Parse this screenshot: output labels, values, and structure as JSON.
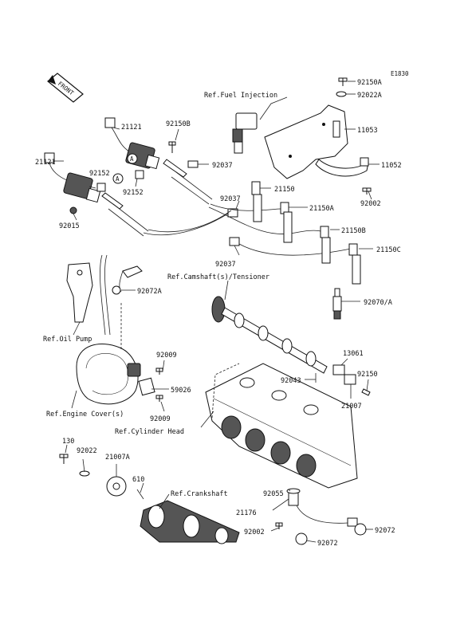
{
  "diagram_id": "E1830",
  "front_marker": "FRONT",
  "circle_markers": [
    "A",
    "A",
    "A"
  ],
  "references": {
    "fuel_injection": "Ref.Fuel Injection",
    "camshaft": "Ref.Camshaft(s)/Tensioner",
    "oil_pump": "Ref.Oil Pump",
    "engine_cover": "Ref.Engine Cover(s)",
    "cylinder_head": "Ref.Cylinder Head",
    "crankshaft": "Ref.Crankshaft"
  },
  "parts": {
    "p_92150A": "92150A",
    "p_92022A": "92022A",
    "p_11053": "11053",
    "p_11052": "11052",
    "p_92002_top": "92002",
    "p_21121_a": "21121",
    "p_21121_b": "21121",
    "p_92150B": "92150B",
    "p_92037_a": "92037",
    "p_92152_a": "92152",
    "p_92152_b": "92152",
    "p_92015": "92015",
    "p_21150": "21150",
    "p_92037_b": "92037",
    "p_21150A": "21150A",
    "p_21150B": "21150B",
    "p_21150C": "21150C",
    "p_92037_c": "92037",
    "p_92072A": "92072A",
    "p_92070A": "92070/A",
    "p_92009_a": "92009",
    "p_59026": "59026",
    "p_92009_b": "92009",
    "p_13061": "13061",
    "p_92043": "92043",
    "p_92150": "92150",
    "p_21007": "21007",
    "p_130": "130",
    "p_92022": "92022",
    "p_21007A": "21007A",
    "p_610": "610",
    "p_92055": "92055",
    "p_21176": "21176",
    "p_92002_bottom": "92002",
    "p_92072_a": "92072",
    "p_92072_b": "92072"
  }
}
